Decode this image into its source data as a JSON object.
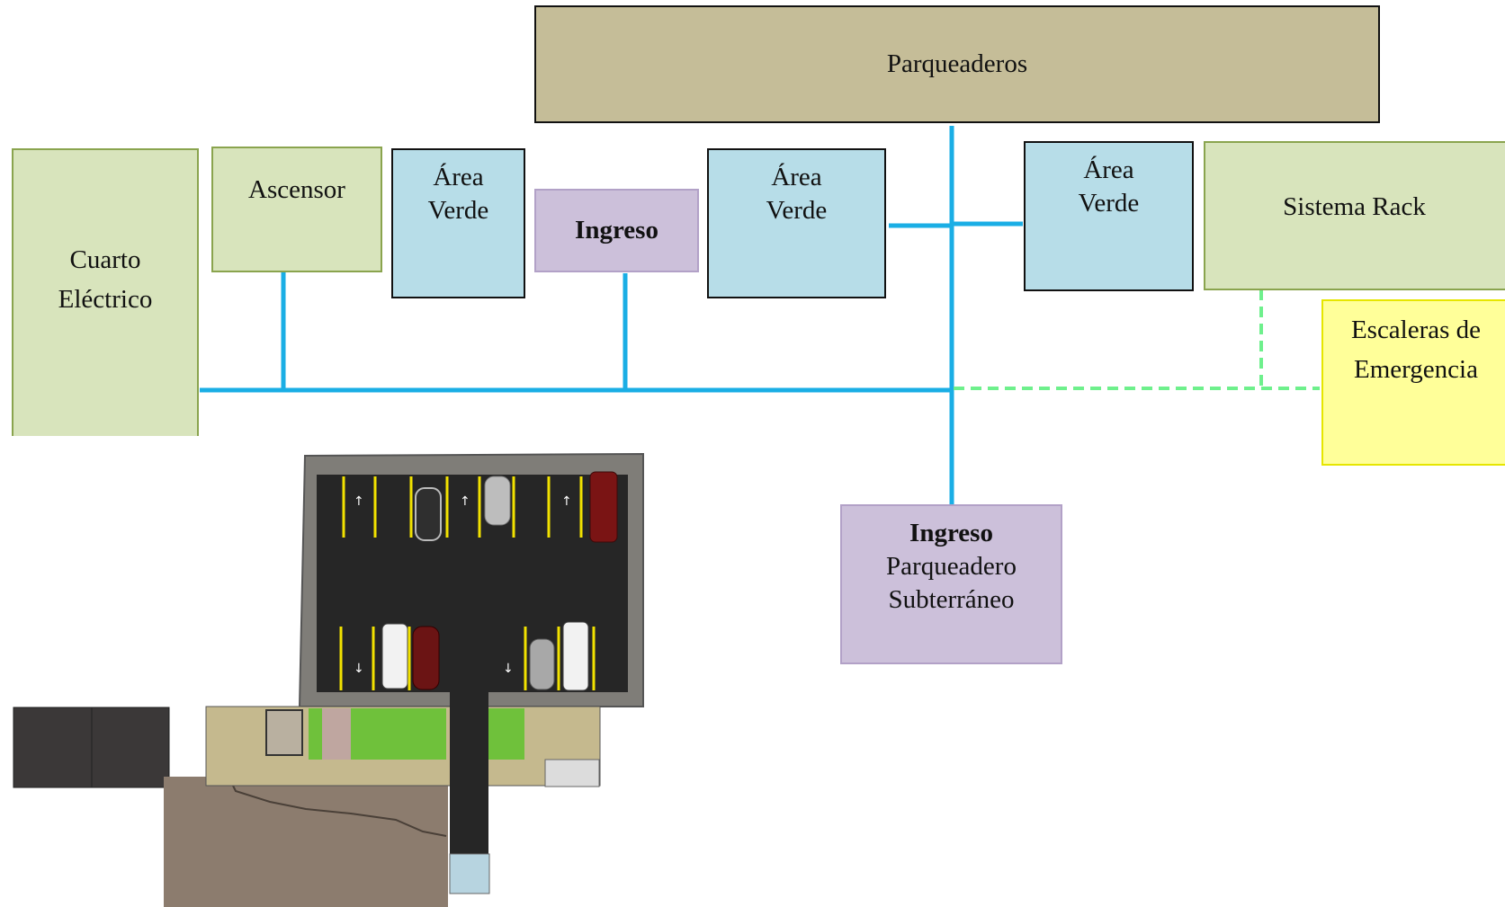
{
  "nodes": {
    "parqueaderos": {
      "label": "Parqueaderos",
      "color": "#c5bd98"
    },
    "cuarto_electrico": {
      "line1": "Cuarto",
      "line2": "Eléctrico",
      "color": "#d8e4bc"
    },
    "ascensor": {
      "label": "Ascensor",
      "color": "#d8e4bc"
    },
    "area_verde_1": {
      "line1": "Área",
      "line2": "Verde",
      "color": "#b7dde8"
    },
    "ingreso": {
      "label": "Ingreso",
      "color": "#ccc0da"
    },
    "area_verde_2": {
      "line1": "Área",
      "line2": "Verde",
      "color": "#b7dde8"
    },
    "area_verde_3": {
      "line1": "Área",
      "line2": "Verde",
      "color": "#b7dde8"
    },
    "sistema_rack": {
      "label": "Sistema Rack",
      "color": "#d8e4bc"
    },
    "escaleras": {
      "line1": "Escaleras de",
      "line2": "Emergencia",
      "color": "#ffff99"
    },
    "ingreso_parqueadero": {
      "line1": "Ingreso",
      "line2": "Parqueadero",
      "line3": "Subterráneo",
      "color": "#ccc0da"
    }
  },
  "connectors": {
    "main_color": "#1aaee5",
    "emergency_color": "#6ef08c"
  }
}
